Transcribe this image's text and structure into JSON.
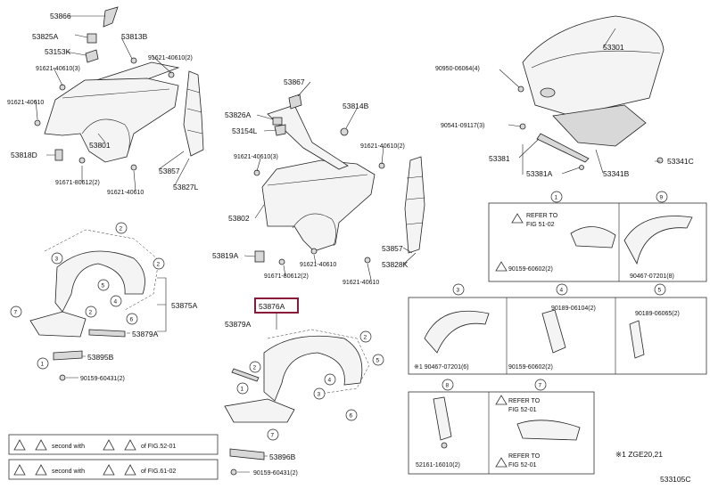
{
  "diagram": {
    "callouts": {
      "p53866": "53866",
      "p53825A": "53825A",
      "p53813B": "53813B",
      "p53153K": "53153K",
      "p91621_40610_3": "91621-40610(3)",
      "p91621_40610_2a": "91621-40610(2)",
      "p91621_40610_a": "91621-40610",
      "p53801": "53801",
      "p53818D": "53818D",
      "p91671_80612_2a": "91671-80612(2)",
      "p91621_40610_b": "91621-40610",
      "p53857a": "53857",
      "p53827L": "53827L",
      "p53867": "53867",
      "p53826A": "53826A",
      "p53154L": "53154L",
      "p53814B": "53814B",
      "p91621_40610_3b": "91621-40610(3)",
      "p91621_40610_2b": "91621-40610(2)",
      "p53802": "53802",
      "p53819A": "53819A",
      "p91671_80612_2b": "91671-80612(2)",
      "p91621_40610_c": "91621-40610",
      "p53857b": "53857",
      "p53828K": "53828K",
      "p91621_40610_d": "91621-40610",
      "p53301": "53301",
      "p90950_06064_4": "90950-06064(4)",
      "p90541_09117_3": "90541-09117(3)",
      "p53381": "53381",
      "p53381A": "53381A",
      "p53341B": "53341B",
      "p53341C": "53341C",
      "p53875A": "53875A",
      "p53879A_a": "53879A",
      "p53895B": "53895B",
      "p90159_60431_2a": "90159-60431(2)",
      "p53876A": "53876A",
      "p53879A_b": "53879A",
      "p53896B": "53896B",
      "p90159_60431_2b": "90159-60431(2)"
    },
    "numbers": {
      "n1": "1",
      "n2": "2",
      "n3": "3",
      "n4": "4",
      "n5": "5",
      "n6": "6",
      "n7": "7",
      "n8": "8",
      "n9": "9"
    },
    "detail_boxes": {
      "box1": {
        "num": "1",
        "refer1": "REFER TO",
        "refer2": "FIG 51-02",
        "part": "90159-60602(2)"
      },
      "box9": {
        "num": "9",
        "part": "90467-07201(8)"
      },
      "box3": {
        "num": "3",
        "part": "※1 90467-07201(6)"
      },
      "box4": {
        "num": "4",
        "partA": "90189-06104(2)",
        "partB": "90159-60602(2)"
      },
      "box5": {
        "num": "5",
        "part": "90189-06065(2)"
      },
      "box8": {
        "num": "8",
        "part": "52161-16010(2)"
      },
      "box7": {
        "num": "7",
        "refer1": "REFER TO",
        "refer2": "FIG 52-01",
        "refer3": "REFER TO",
        "refer4": "FIG 52-01"
      }
    },
    "legend": {
      "row1": "second with",
      "row1b": "of FIG.52-01",
      "row2": "second with",
      "row2b": "of FIG.61-02"
    },
    "footnote": "※1 ZGE20,21",
    "figure_code": "533105C"
  }
}
